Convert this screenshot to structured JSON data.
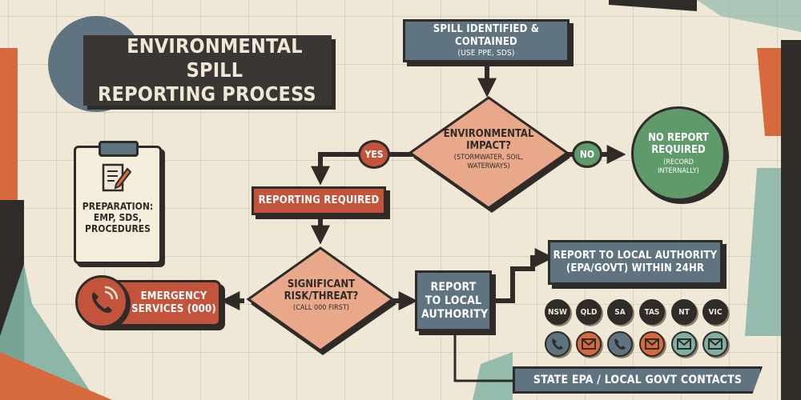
{
  "title": {
    "line1": "ENVIRONMENTAL SPILL",
    "line2": "REPORTING PROCESS"
  },
  "steps": {
    "spill": {
      "main": "SPILL IDENTIFIED & CONTAINED",
      "sub": "(USE PPE, SDS)"
    },
    "impact": {
      "main": "ENVIRONMENTAL IMPACT?",
      "sub": "(STORMWATER, SOIL, WATERWAYS)"
    },
    "yes_label": "YES",
    "no_label": "NO",
    "no_report": {
      "main": "NO REPORT REQUIRED",
      "sub": "(RECORD INTERNALLY)"
    },
    "reporting_required": "REPORTING REQUIRED",
    "significant": {
      "main": "SIGNIFICANT RISK/THREAT?",
      "sub": "(CALL 000 FIRST)"
    },
    "emergency": "EMERGENCY SERVICES (000)",
    "report_local": "REPORT TO LOCAL AUTHORITY",
    "report_authority": {
      "line1": "REPORT TO LOCAL AUTHORITY",
      "line2": "(EPA/GOVT) WITHIN 24HR"
    },
    "contacts_bar": "STATE EPA / LOCAL GOVT CONTACTS"
  },
  "preparation": {
    "line1": "PREPARATION:",
    "line2": "EMP, SDS,",
    "line3": "PROCEDURES"
  },
  "states": [
    "NSW",
    "QLD",
    "SA",
    "TAS",
    "NT",
    "VIC"
  ],
  "contact_icons": [
    "phone-icon",
    "mail-icon",
    "phone-icon",
    "mail-icon",
    "mail-icon",
    "mail-icon"
  ],
  "colors": {
    "background": "#f0e8d7",
    "slate": "#5f7380",
    "red": "#c4533b",
    "peach": "#e9a88a",
    "green": "#5e9a6a",
    "dark": "#2f2b28",
    "orange": "#d76a3c",
    "teal": "#7fb0a3"
  }
}
